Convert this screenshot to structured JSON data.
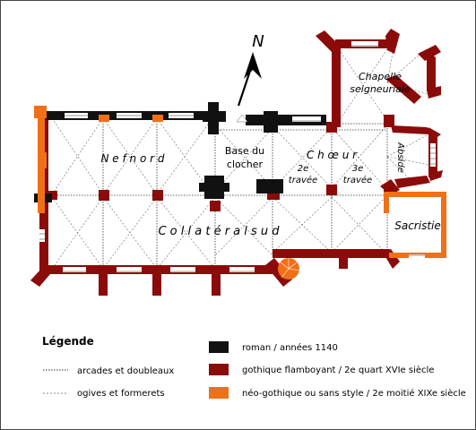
{
  "north_symbol": "N",
  "rooms": {
    "nef_nord": "N e f   n o r d",
    "base_clocher_1": "Base du",
    "base_clocher_2": "clocher",
    "choeur": "C h œ u r",
    "travee2_1": "2e",
    "travee2_2": "travée",
    "travee3_1": "3e",
    "travee3_2": "travée",
    "abside": "Abside",
    "chapelle_1": "Chapelle",
    "chapelle_2": "seigneuriale",
    "sacristie": "Sacristie",
    "collateral_sud": "C o l l a t é r a l   s u d"
  },
  "legend": {
    "title": "Légende",
    "line_items": [
      {
        "label": "arcades et doubleaux",
        "style": "dotted"
      },
      {
        "label": "ogives et formerets",
        "style": "dotted-fine"
      }
    ],
    "color_items": [
      {
        "label": "roman / années 1140",
        "color": "#111111"
      },
      {
        "label": "gothique flamboyant / 2e quart XVIe siècle",
        "color": "#8b0a0a"
      },
      {
        "label": "néo-gothique ou sans style / 2e moitié XIXe siècle",
        "color": "#f07018"
      }
    ]
  },
  "colors": {
    "roman": "#111111",
    "gothique": "#8b0a0a",
    "neo": "#f07018",
    "line": "#555555"
  }
}
